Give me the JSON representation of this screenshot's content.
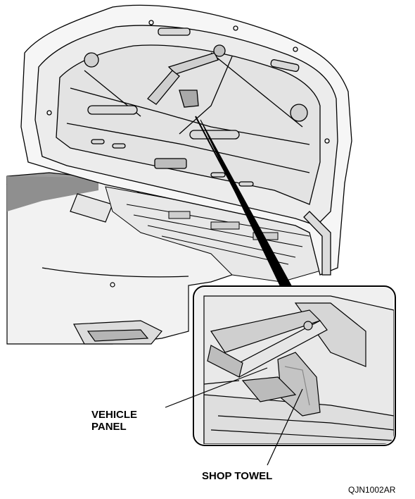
{
  "labels": {
    "vehicle_panel_line1": "VEHICLE",
    "vehicle_panel_line2": "PANEL",
    "shop_towel": "SHOP TOWEL"
  },
  "figure_code": "QJN1002AR",
  "colors": {
    "line": "#000000",
    "surface": "#f4f4f4",
    "shade": "#c8c8c8",
    "dark": "#808080"
  }
}
